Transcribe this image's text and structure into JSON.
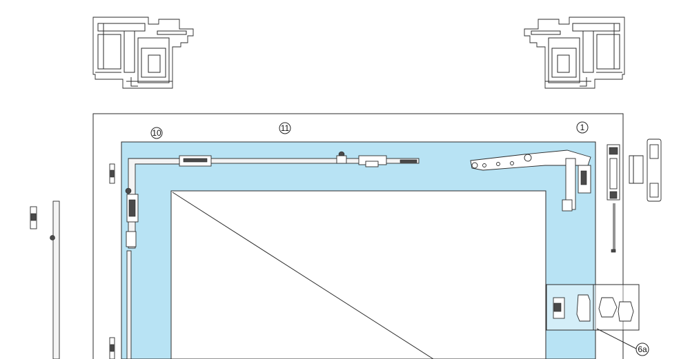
{
  "callouts": {
    "c10": "10",
    "c11": "11",
    "c1": "1",
    "c6a": "6a"
  },
  "colors": {
    "sash_fill": "#b8e3f4",
    "line": "#2a2a2a"
  }
}
